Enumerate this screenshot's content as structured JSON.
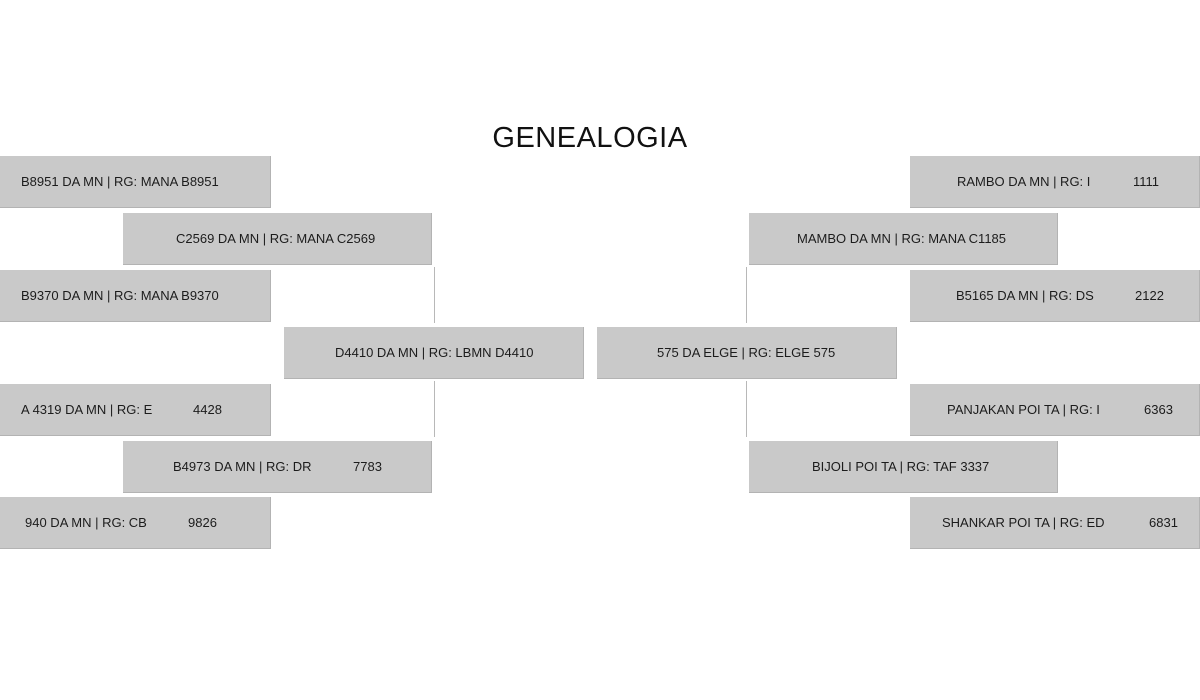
{
  "title": "GENEALOGIA",
  "sire_side": {
    "sire": "D4410 DA MN | RG: LBMN D4410",
    "grandsire": "C2569 DA MN | RG: MANA C2569",
    "grandsire_sire": "B8951 DA MN | RG: MANA B8951",
    "grandsire_dam": "B9370 DA MN | RG: MANA B9370",
    "granddam": {
      "text": "B4973 DA MN | RG: DR",
      "code": "7783"
    },
    "granddam_sire": {
      "text": "A 4319 DA MN | RG: E",
      "code": "4428"
    },
    "granddam_dam": {
      "text": "940 DA MN | RG: CB",
      "code": "9826"
    }
  },
  "dam_side": {
    "dam": "575 DA ELGE | RG: ELGE 575",
    "grandsire": "MAMBO DA MN | RG: MANA C1185",
    "grandsire_sire": {
      "text": "RAMBO DA MN | RG: I",
      "code": "1111"
    },
    "grandsire_dam": {
      "text": "B5165 DA MN | RG: DS",
      "code": "2122"
    },
    "granddam": "BIJOLI POI TA | RG: TAF 3337",
    "granddam_sire": {
      "text": "PANJAKAN POI TA | RG: I",
      "code": "6363"
    },
    "granddam_dam": {
      "text": "SHANKAR POI TA | RG: ED",
      "code": "6831"
    }
  }
}
